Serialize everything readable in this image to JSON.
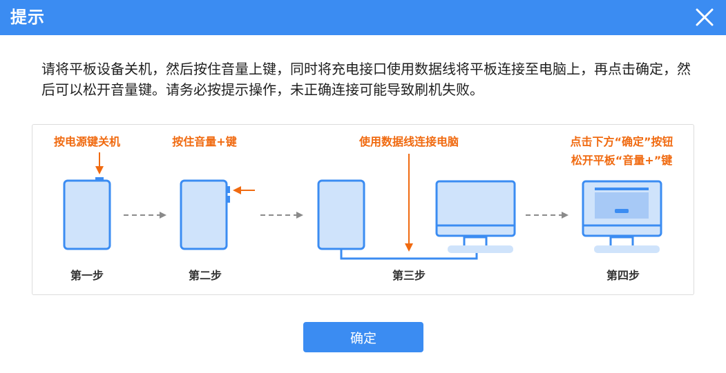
{
  "dialog": {
    "title": "提示",
    "message": "请将平板设备关机，然后按住音量上键，同时将充电接口使用数据线将平板连接至电脑上，再点击确定，然后可以松开音量键。请务必按提示操作，未正确连接可能导致刷机失败。",
    "confirm_label": "确定",
    "close_icon": "close-icon"
  },
  "steps": [
    {
      "hint": "按电源键关机",
      "label": "第一步"
    },
    {
      "hint": "按住音量+键",
      "label": "第二步"
    },
    {
      "hint": "使用数据线连接电脑",
      "label": "第三步"
    },
    {
      "hint_line1": "点击下方“确定”按钮",
      "hint_line2": "松开平板“音量+”键",
      "label": "第四步"
    }
  ],
  "colors": {
    "accent": "#3b8cf2",
    "highlight": "#f06a10",
    "device_fill": "#cfe3fb",
    "device_stroke": "#3b8cf2",
    "arrow_gray": "#8a8a8a"
  }
}
